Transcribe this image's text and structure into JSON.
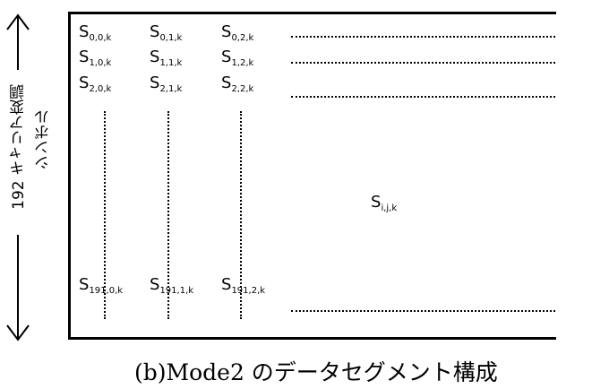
{
  "axis_label": {
    "line1": "192 キャリア変調",
    "line2": "シンボル"
  },
  "rows": [
    {
      "cells": [
        {
          "base": "S",
          "sub": "0,0,k"
        },
        {
          "base": "S",
          "sub": "0,1,k"
        },
        {
          "base": "S",
          "sub": "0,2,k"
        }
      ]
    },
    {
      "cells": [
        {
          "base": "S",
          "sub": "1,0,k"
        },
        {
          "base": "S",
          "sub": "1,1,k"
        },
        {
          "base": "S",
          "sub": "1,2,k"
        }
      ]
    },
    {
      "cells": [
        {
          "base": "S",
          "sub": "2,0,k"
        },
        {
          "base": "S",
          "sub": "2,1,k"
        },
        {
          "base": "S",
          "sub": "2,2,k"
        }
      ]
    },
    {
      "cells": [
        {
          "base": "S",
          "sub": "191,0,k"
        },
        {
          "base": "S",
          "sub": "191,1,k"
        },
        {
          "base": "S",
          "sub": "191,2,k"
        }
      ]
    }
  ],
  "general_symbol": {
    "base": "S",
    "sub": "i,j,k"
  },
  "caption": "(b)Mode2 のデータセグメント構成"
}
